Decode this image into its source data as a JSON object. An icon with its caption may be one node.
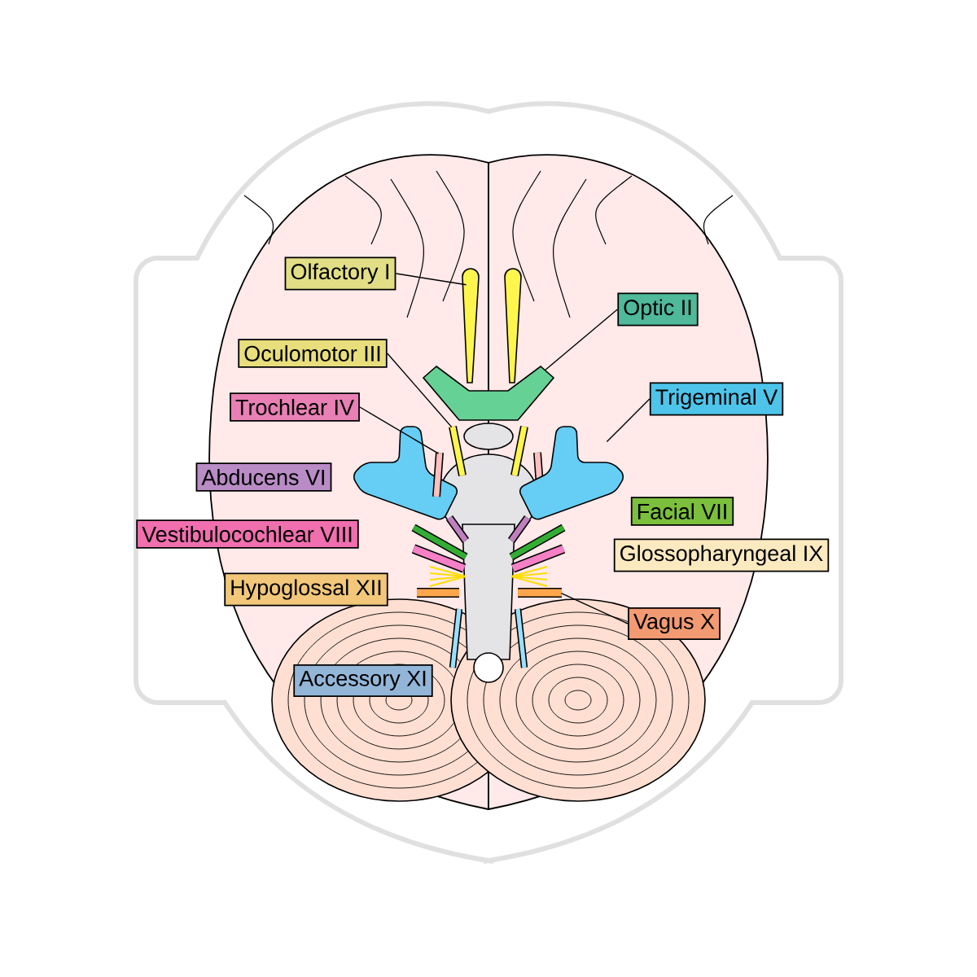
{
  "diagram": {
    "nodes": [
      {
        "text": [
          "Olfactory I"
        ]
      },
      {
        "text": [
          "Optic II"
        ]
      },
      {
        "text": [
          "Oculomotor III"
        ]
      },
      {
        "text": [
          "Trigeminal V"
        ]
      },
      {
        "text": [
          "Trochlear IV"
        ]
      },
      {
        "text": [
          "Abducens VI"
        ]
      },
      {
        "text": [
          "Facial VII"
        ]
      },
      {
        "text": [
          "Vestibulocochlear VIII"
        ]
      },
      {
        "text": [
          "Glossopharyngeal IX"
        ]
      },
      {
        "text": [
          "Hypoglossal XII"
        ]
      },
      {
        "text": [
          "Vagus X"
        ]
      },
      {
        "text": [
          "Accessory XI"
        ]
      },
      {
        "text": [],
        "shape": "picture"
      },
      {
        "text": [],
        "shape": "picture"
      },
      {
        "text": [],
        "shape": "picture"
      },
      {
        "text": [],
        "shape": "picture"
      },
      {
        "text": [],
        "shape": "picture"
      },
      {
        "text": [],
        "shape": "picture"
      }
    ],
    "edges": [
      {
        "from": 0,
        "to": 12,
        "arrow": "none"
      },
      {
        "from": 1,
        "to": 13,
        "arrow": "none"
      },
      {
        "from": 2,
        "to": 14,
        "arrow": "none"
      },
      {
        "from": 3,
        "to": 15,
        "arrow": "none"
      },
      {
        "from": 4,
        "to": 16,
        "arrow": "none"
      },
      {
        "from": 10,
        "to": 17,
        "arrow": "none"
      }
    ]
  }
}
